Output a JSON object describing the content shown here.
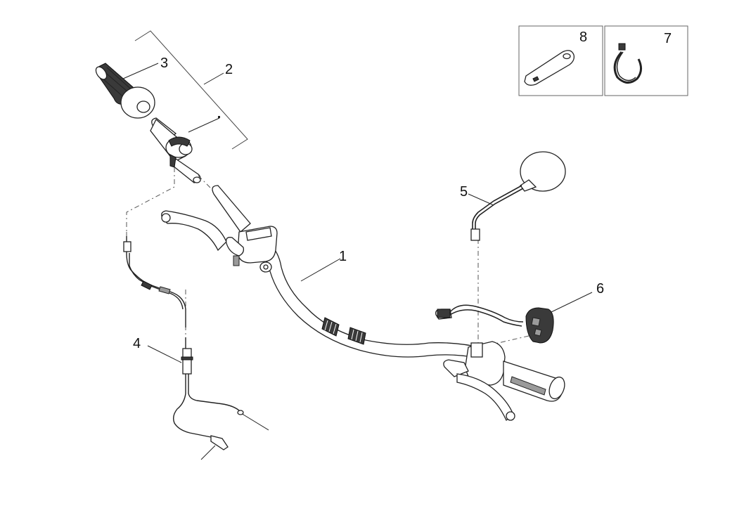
{
  "callouts": {
    "handlebar": "1",
    "throttle_grip_assy": "2",
    "grip": "3",
    "throttle_cable": "4",
    "mirror": "5",
    "switch": "6",
    "cable_tie": "7",
    "tool_plate": "8"
  },
  "colors": {
    "line": "#222222",
    "dark_part": "#3a3a3a",
    "box_border": "#666666"
  }
}
